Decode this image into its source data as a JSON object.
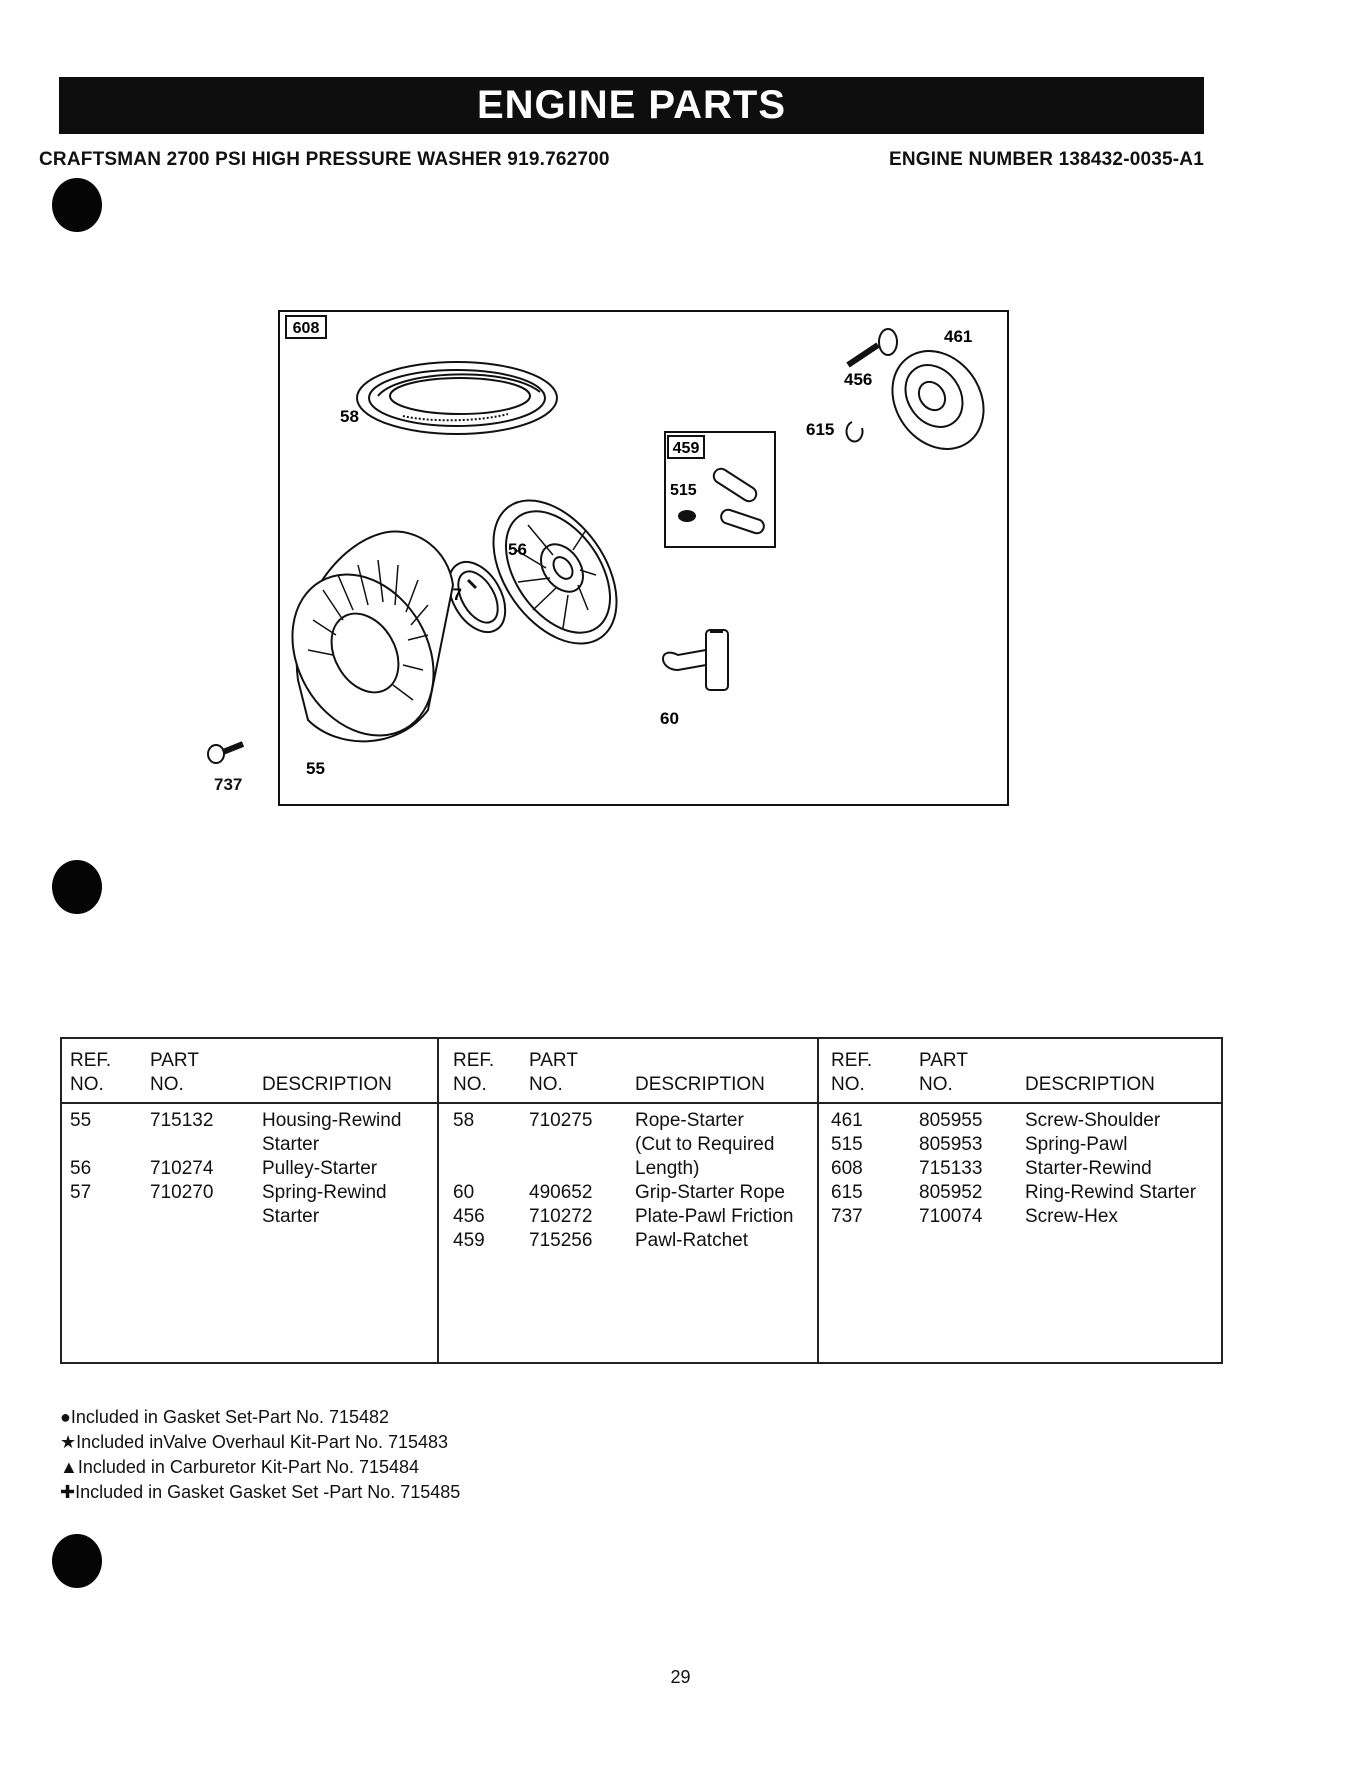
{
  "header": {
    "title": "ENGINE PARTS",
    "model": "CRAFTSMAN 2700 PSI HIGH PRESSURE WASHER 919.762700",
    "engine_number": "ENGINE NUMBER 138432-0035-A1"
  },
  "diagram": {
    "callouts": {
      "c608": "608",
      "c58": "58",
      "c461": "461",
      "c456": "456",
      "c615": "615",
      "c459": "459",
      "c515": "515",
      "c56": "56",
      "c57": "57",
      "c60": "60",
      "c55": "55",
      "c737": "737"
    }
  },
  "table": {
    "headers": {
      "ref_line1": "REF.",
      "ref_line2": "NO.",
      "part_line1": "PART",
      "part_line2": "NO.",
      "description": "DESCRIPTION"
    },
    "columns": [
      [
        {
          "ref": "55",
          "part": "715132",
          "desc": [
            "Housing-Rewind",
            "Starter"
          ]
        },
        {
          "ref": "56",
          "part": "710274",
          "desc": [
            "Pulley-Starter"
          ]
        },
        {
          "ref": "57",
          "part": "710270",
          "desc": [
            "Spring-Rewind",
            "Starter"
          ]
        }
      ],
      [
        {
          "ref": "58",
          "part": "710275",
          "desc": [
            "Rope-Starter",
            "(Cut to Required",
            "Length)"
          ]
        },
        {
          "ref": "60",
          "part": "490652",
          "desc": [
            "Grip-Starter Rope"
          ]
        },
        {
          "ref": "456",
          "part": "710272",
          "desc": [
            "Plate-Pawl Friction"
          ]
        },
        {
          "ref": "459",
          "part": "715256",
          "desc": [
            "Pawl-Ratchet"
          ]
        }
      ],
      [
        {
          "ref": "461",
          "part": "805955",
          "desc": [
            "Screw-Shoulder"
          ]
        },
        {
          "ref": "515",
          "part": "805953",
          "desc": [
            "Spring-Pawl"
          ]
        },
        {
          "ref": "608",
          "part": "715133",
          "desc": [
            "Starter-Rewind"
          ]
        },
        {
          "ref": "615",
          "part": "805952",
          "desc": [
            "Ring-Rewind Starter"
          ]
        },
        {
          "ref": "737",
          "part": "710074",
          "desc": [
            "Screw-Hex"
          ]
        }
      ]
    ]
  },
  "footnotes": [
    "●Included in Gasket Set-Part No. 715482",
    "★Included inValve Overhaul Kit-Part No. 715483",
    "▲Included in Carburetor Kit-Part No. 715484",
    "✚Included in Gasket Gasket Set -Part No. 715485"
  ],
  "page_number": "29"
}
